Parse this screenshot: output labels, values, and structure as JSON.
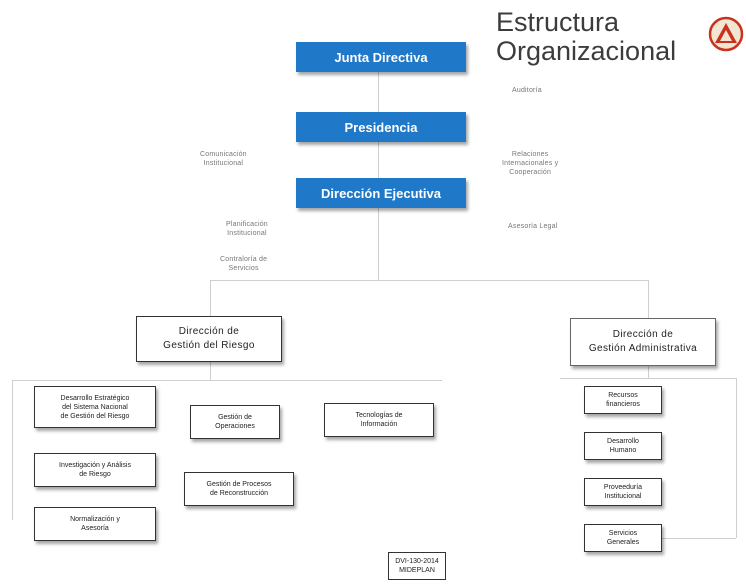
{
  "header": {
    "title_line1": "Estructura",
    "title_line2": "Organizacional",
    "logo": "triangle-emblem-logo"
  },
  "top": {
    "junta": "Junta Directiva",
    "presidencia": "Presidencia",
    "direccion_ejecutiva": "Dirección Ejecutiva"
  },
  "staff": {
    "auditoria": "Auditoría",
    "comunicacion": [
      "Comunicación",
      "Institucional"
    ],
    "relaciones": [
      "Relaciones",
      "Internacionales y",
      "Cooperación"
    ],
    "planificacion": [
      "Planificación",
      "Institucional"
    ],
    "asesoria": "Asesoría Legal",
    "contraloria": [
      "Contraloría de",
      "Servicios"
    ]
  },
  "riesgo": {
    "title": [
      "Dirección de",
      "Gestión del Riesgo"
    ],
    "units": {
      "desarrollo": [
        "Desarrollo Estratégico",
        "del Sistema Nacional",
        "de Gestión del Riesgo"
      ],
      "investigacion": [
        "Investigación y Análisis",
        "de Riesgo"
      ],
      "normalizacion": [
        "Normalización y",
        "Asesoría"
      ],
      "operaciones": [
        "Gestión de",
        "Operaciones"
      ],
      "reconstruccion": [
        "Gestión de Procesos",
        "de Reconstrucción"
      ],
      "tecnologias": [
        "Tecnologías de",
        "Información"
      ]
    }
  },
  "administrativa": {
    "title": [
      "Dirección de",
      "Gestión Administrativa"
    ],
    "units": {
      "recursos": [
        "Recursos",
        "financieros"
      ],
      "desarrollo_humano": [
        "Desarrollo",
        "Humano"
      ],
      "proveeduria": [
        "Proveeduría",
        "Institucional"
      ],
      "servicios": [
        "Servicios",
        "Generales"
      ]
    }
  },
  "footer": {
    "code": [
      "DVI-130-2014",
      "MIDEPLAN"
    ]
  },
  "colors": {
    "blue_box": "#1f78c8",
    "logo_red": "#c8321e",
    "logo_bg": "#f0e6d2"
  }
}
